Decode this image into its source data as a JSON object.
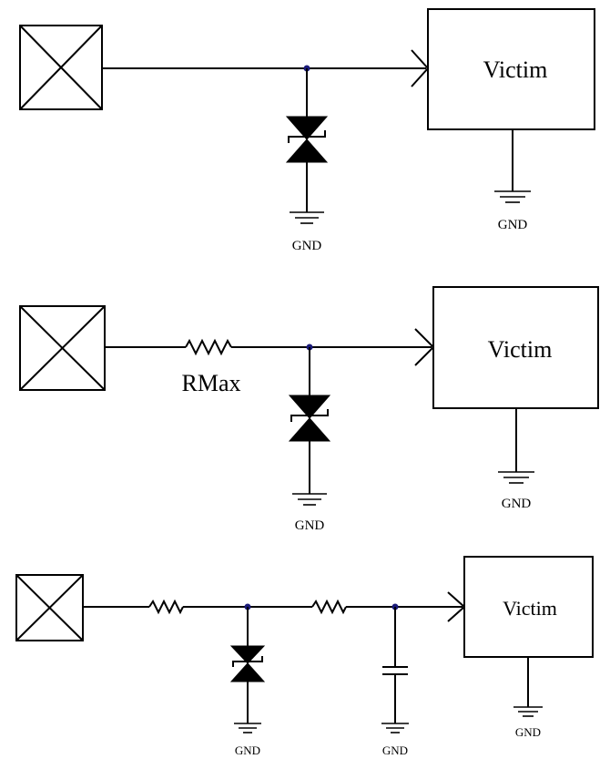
{
  "circuits": [
    {
      "victim_label": "Victim",
      "gnd_labels": [
        "GND",
        "GND"
      ]
    },
    {
      "resistor_label": "RMax",
      "victim_label": "Victim",
      "gnd_labels": [
        "GND",
        "GND"
      ]
    },
    {
      "victim_label": "Victim",
      "gnd_labels": [
        "GND",
        "GND",
        "GND"
      ]
    }
  ]
}
